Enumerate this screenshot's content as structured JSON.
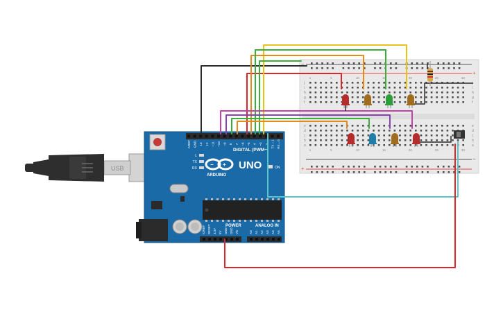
{
  "arduino": {
    "brand": "ARDUINO",
    "model": "UNO",
    "digital_label": "DIGITAL (PWM~)",
    "power_label": "POWER",
    "analog_label": "ANALOG IN",
    "on_label": "ON",
    "led_labels": [
      "L",
      "TX",
      "RX"
    ],
    "digital_pins": [
      "AREF",
      "GND",
      "13",
      "12",
      "~11",
      "~10",
      "~9",
      "8",
      "7",
      "~6",
      "~5",
      "4",
      "~3",
      "2",
      "TX→1",
      "RX←0"
    ],
    "power_pins": [
      "IOREF",
      "RESET",
      "3.3V",
      "5V",
      "GND",
      "GND",
      "Vin"
    ],
    "analog_pins": [
      "A0",
      "A1",
      "A2",
      "A3",
      "A4",
      "A5"
    ],
    "usb_label": "USB",
    "colors": {
      "board": "#1b6aa8",
      "board_dark": "#175d93",
      "header": "#2b2b2b",
      "chip": "#222222"
    }
  },
  "breadboard": {
    "row_letters_top": [
      "j",
      "i",
      "h",
      "g",
      "f"
    ],
    "row_letters_bottom": [
      "e",
      "d",
      "c",
      "b",
      "a"
    ],
    "column_numbers": [
      "1",
      "5",
      "10",
      "15",
      "20",
      "25",
      "30"
    ],
    "rail_plus": "+",
    "rail_minus": "−",
    "colors": {
      "body": "#e9e9e9",
      "rail_red": "#e04848",
      "rail_black": "#555555",
      "hole": "#4f4f4f"
    }
  },
  "leds_top": [
    {
      "color": "#b52c2c"
    },
    {
      "color": "#a06d1e"
    },
    {
      "color": "#2f9e3a"
    },
    {
      "color": "#a06d1e"
    }
  ],
  "leds_bottom": [
    {
      "color": "#b52c2c"
    },
    {
      "color": "#1e7ea8"
    },
    {
      "color": "#a06d1e"
    },
    {
      "color": "#b52c2c"
    }
  ],
  "resistor": {
    "color": "#d9a760"
  },
  "switch": {
    "color": "#333333"
  },
  "wires": {
    "black": "#2b2b2b",
    "red": "#d8262b",
    "yellow": "#e8c21a",
    "orange": "#e38a1c",
    "green": "#3aad3a",
    "magenta": "#c43fa8",
    "purple": "#8d3fb5",
    "teal": "#5bc4c4"
  }
}
